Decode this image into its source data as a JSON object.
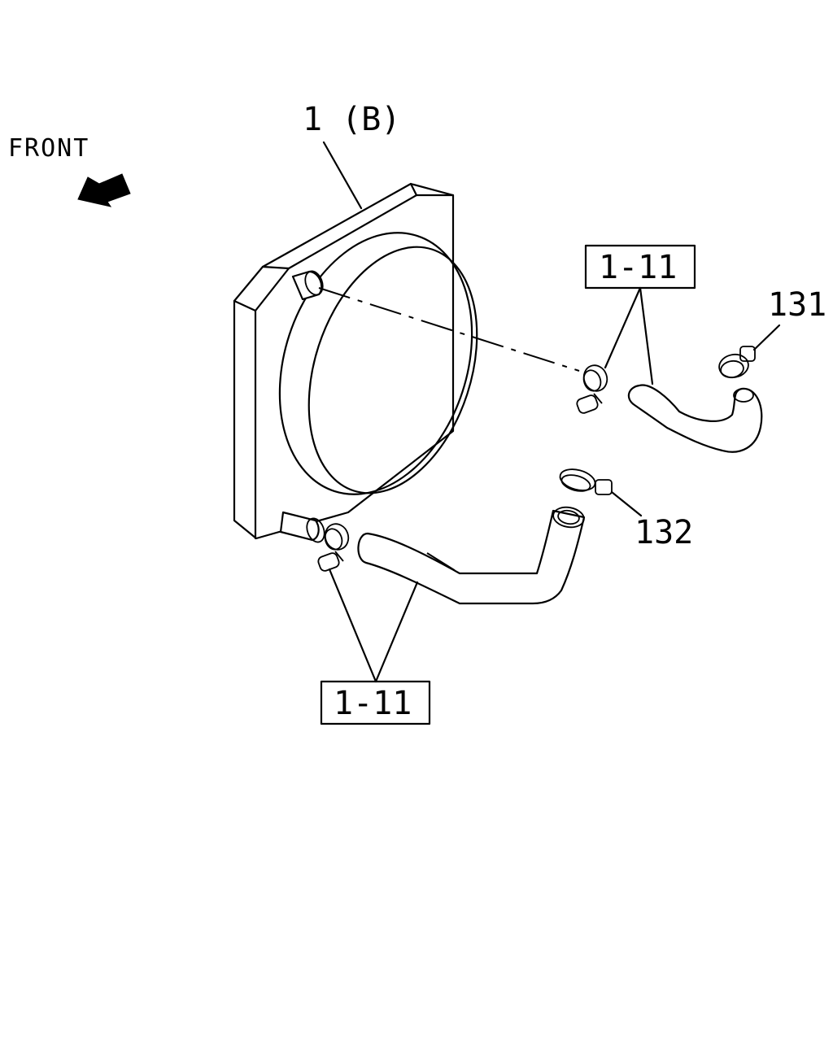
{
  "labels": {
    "front": "FRONT",
    "radiator": "1 (B)",
    "ref_upper": "1-11",
    "ref_lower": "1-11",
    "clamp_upper": "131",
    "clamp_lower": "132"
  },
  "colors": {
    "line": "#000000",
    "background": "#ffffff"
  }
}
